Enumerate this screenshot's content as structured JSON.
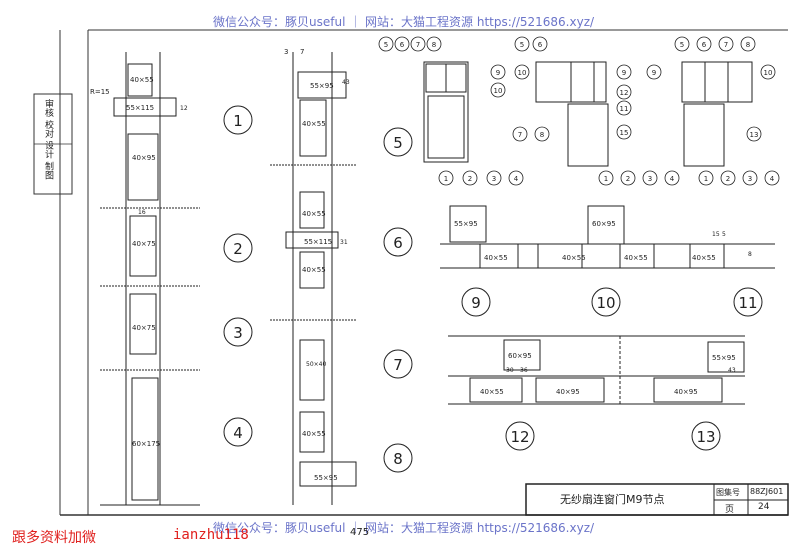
{
  "watermark": {
    "text": "微信公众号：豚贝useful ｜ 网站：大猫工程资源 https://521686.xyz/",
    "color": "#6b74c9"
  },
  "promo": {
    "left": "跟多资料加微",
    "right": "ianzhu118",
    "color": "#e0201e"
  },
  "page_number": "475",
  "title_block": {
    "title": "无纱扇连窗门M9节点",
    "atlas_label": "图集号",
    "atlas_no": "88ZJ601",
    "page_label": "页",
    "page_no": "24"
  },
  "sidebar_stamp": {
    "text": "审核 校对 设计 制图"
  },
  "detail_numbers": [
    "1",
    "2",
    "3",
    "4",
    "5",
    "6",
    "7",
    "8",
    "9",
    "10",
    "11",
    "12",
    "13"
  ],
  "dimensions": {
    "d40x55": "40×55",
    "d40x95": "40×95",
    "d55x95": "55×95",
    "d55x115": "55×115",
    "d60x95": "60×95",
    "d60x175": "60×175",
    "d50x40": "50×40",
    "r15": "R=15",
    "n3": "3",
    "n7": "7",
    "n12": "12",
    "n31": "31",
    "n43": "43",
    "n30": "30",
    "n36": "36",
    "n16": "16",
    "n15": "15",
    "n5": "5",
    "n8": "8"
  },
  "elevation_marks": {
    "top": [
      "5",
      "6",
      "7",
      "8"
    ],
    "side": [
      "9",
      "10",
      "11",
      "12",
      "13",
      "15"
    ],
    "bottom": [
      "1",
      "2",
      "3",
      "4"
    ]
  }
}
